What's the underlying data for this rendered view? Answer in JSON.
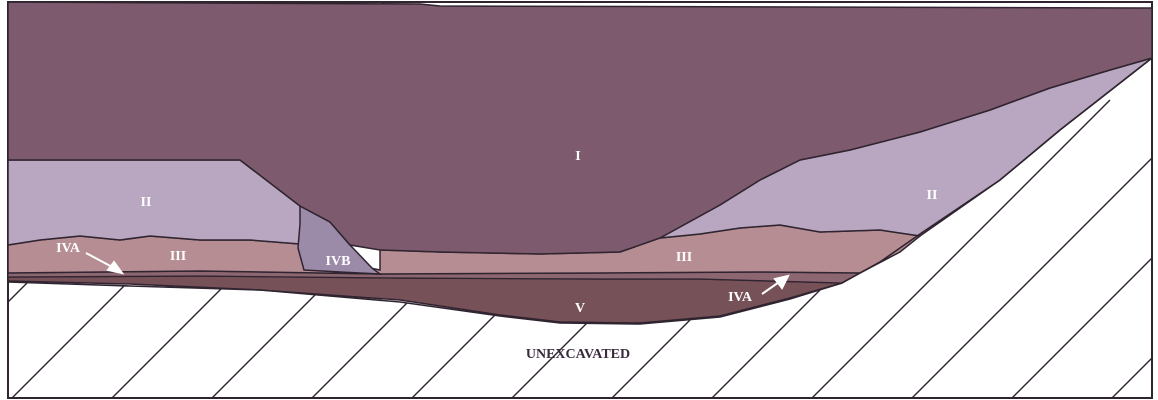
{
  "diagram": {
    "labels": {
      "layer_i": "I",
      "layer_ii_left": "II",
      "layer_ii_right": "II",
      "layer_iii_left": "III",
      "layer_iii_right": "III",
      "layer_iva_left": "IVA",
      "layer_iva_right": "IVA",
      "layer_ivb": "IVB",
      "layer_v": "V",
      "unexcavated": "UNEXCAVATED"
    },
    "colors": {
      "layer_i": "#7d5a6d",
      "layer_ii": "#b9a6c0",
      "layer_iii": "#b58d92",
      "layer_iva": "#8c6670",
      "layer_ivb": "#9c8aa9",
      "layer_v": "#765157",
      "outline": "#2f2430",
      "hatch": "#2f2430"
    }
  }
}
